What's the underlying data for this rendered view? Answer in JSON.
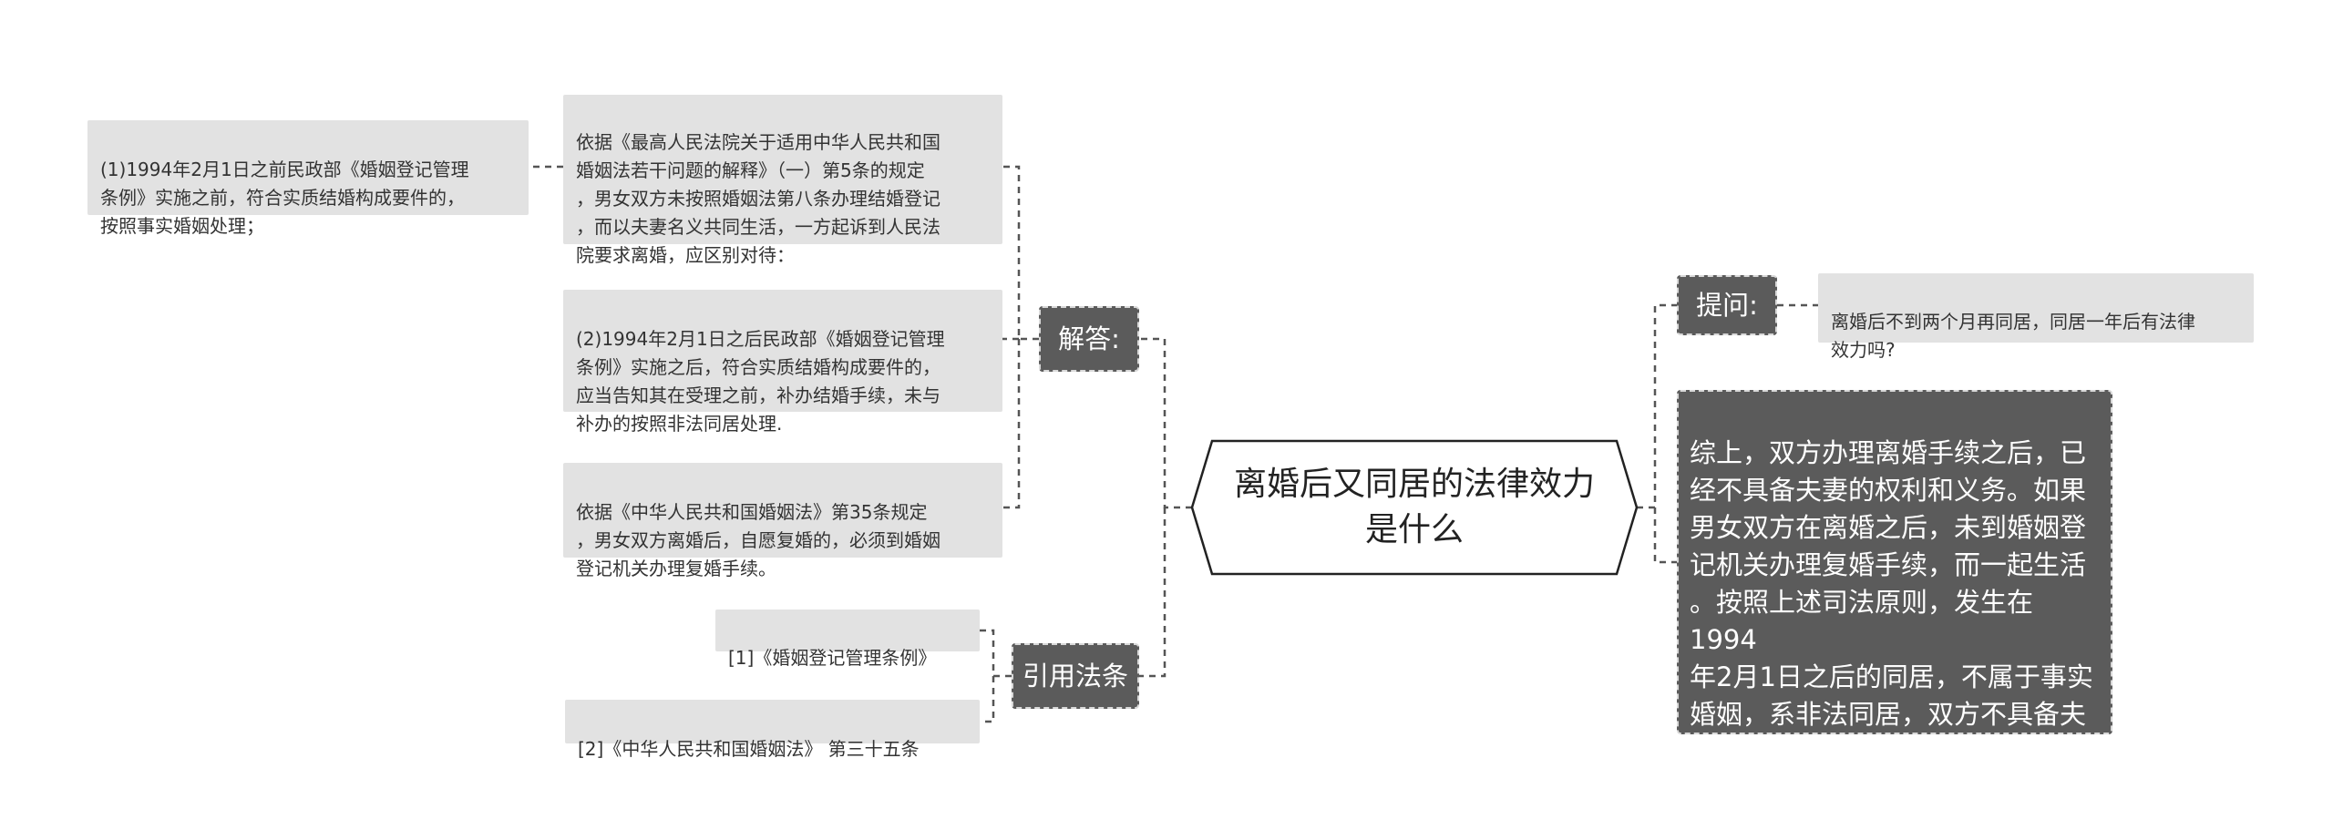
{
  "central": {
    "title": "离婚后又同居的法律效力\n是什么"
  },
  "branches": {
    "answer": {
      "label": "解答:",
      "intro": "依据《最高人民法院关于适用中华人民共和国\n婚姻法若干问题的解释》（一）第5条的规定\n，男女双方未按照婚姻法第八条办理结婚登记\n，而以夫妻名义共同生活，一方起诉到人民法\n院要求离婚，应区别对待：",
      "case1": "(1)1994年2月1日之前民政部《婚姻登记管理\n条例》实施之前，符合实质结婚构成要件的，\n按照事实婚姻处理；",
      "case2": "(2)1994年2月1日之后民政部《婚姻登记管理\n条例》实施之后，符合实质结婚构成要件的，\n应当告知其在受理之前，补办结婚手续，未与\n补办的按照非法同居处理.",
      "law35": "依据《中华人民共和国婚姻法》第35条规定\n，男女双方离婚后，自愿复婚的，必须到婚姻\n登记机关办理复婚手续。"
    },
    "citations": {
      "label": "引用法条",
      "items": [
        "[1]《婚姻登记管理条例》",
        "[2]《中华人民共和国婚姻法》 第三十五条"
      ]
    },
    "question": {
      "label": "提问:",
      "text": "离婚后不到两个月再同居，同居一年后有法律\n效力吗?"
    },
    "summary": {
      "text": "综上，双方办理离婚手续之后，已\n经不具备夫妻的权利和义务。如果\n男女双方在离婚之后，未到婚姻登\n记机关办理复婚手续，而一起生活\n。按照上述司法原则，发生在1994\n年2月1日之后的同居，不属于事实\n婚姻，系非法同居，双方不具备夫\n妻之间的权利和义务关系。建议立\n即办理结婚手续 维护合法权益。"
    }
  },
  "colors": {
    "leaf_bg": "#e2e2e2",
    "branch_bg": "#5b5b5b",
    "connector": "#555555"
  }
}
